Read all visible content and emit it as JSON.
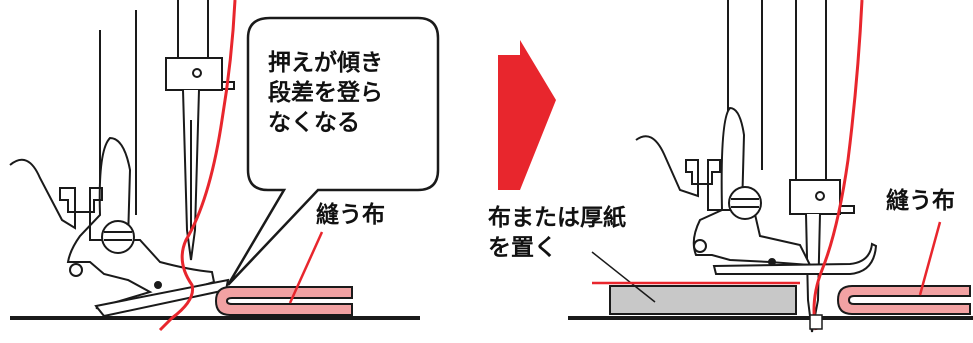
{
  "left_panel": {
    "bubble_lines": [
      "押えが傾き",
      "段差を登ら",
      "なくなる"
    ],
    "fabric_label": "縫う布"
  },
  "right_panel": {
    "fabric_label": "縫う布",
    "spacer_label_lines": [
      "布または厚紙",
      "を置く"
    ]
  },
  "colors": {
    "thread": "#e8262d",
    "arrow": "#e8262d",
    "fabric_fill": "#f2a2a3",
    "spacer_fill": "#c8c8c8",
    "outline": "#1a1a1a"
  },
  "icons": {
    "transition_arrow": "right-arrow-icon"
  }
}
